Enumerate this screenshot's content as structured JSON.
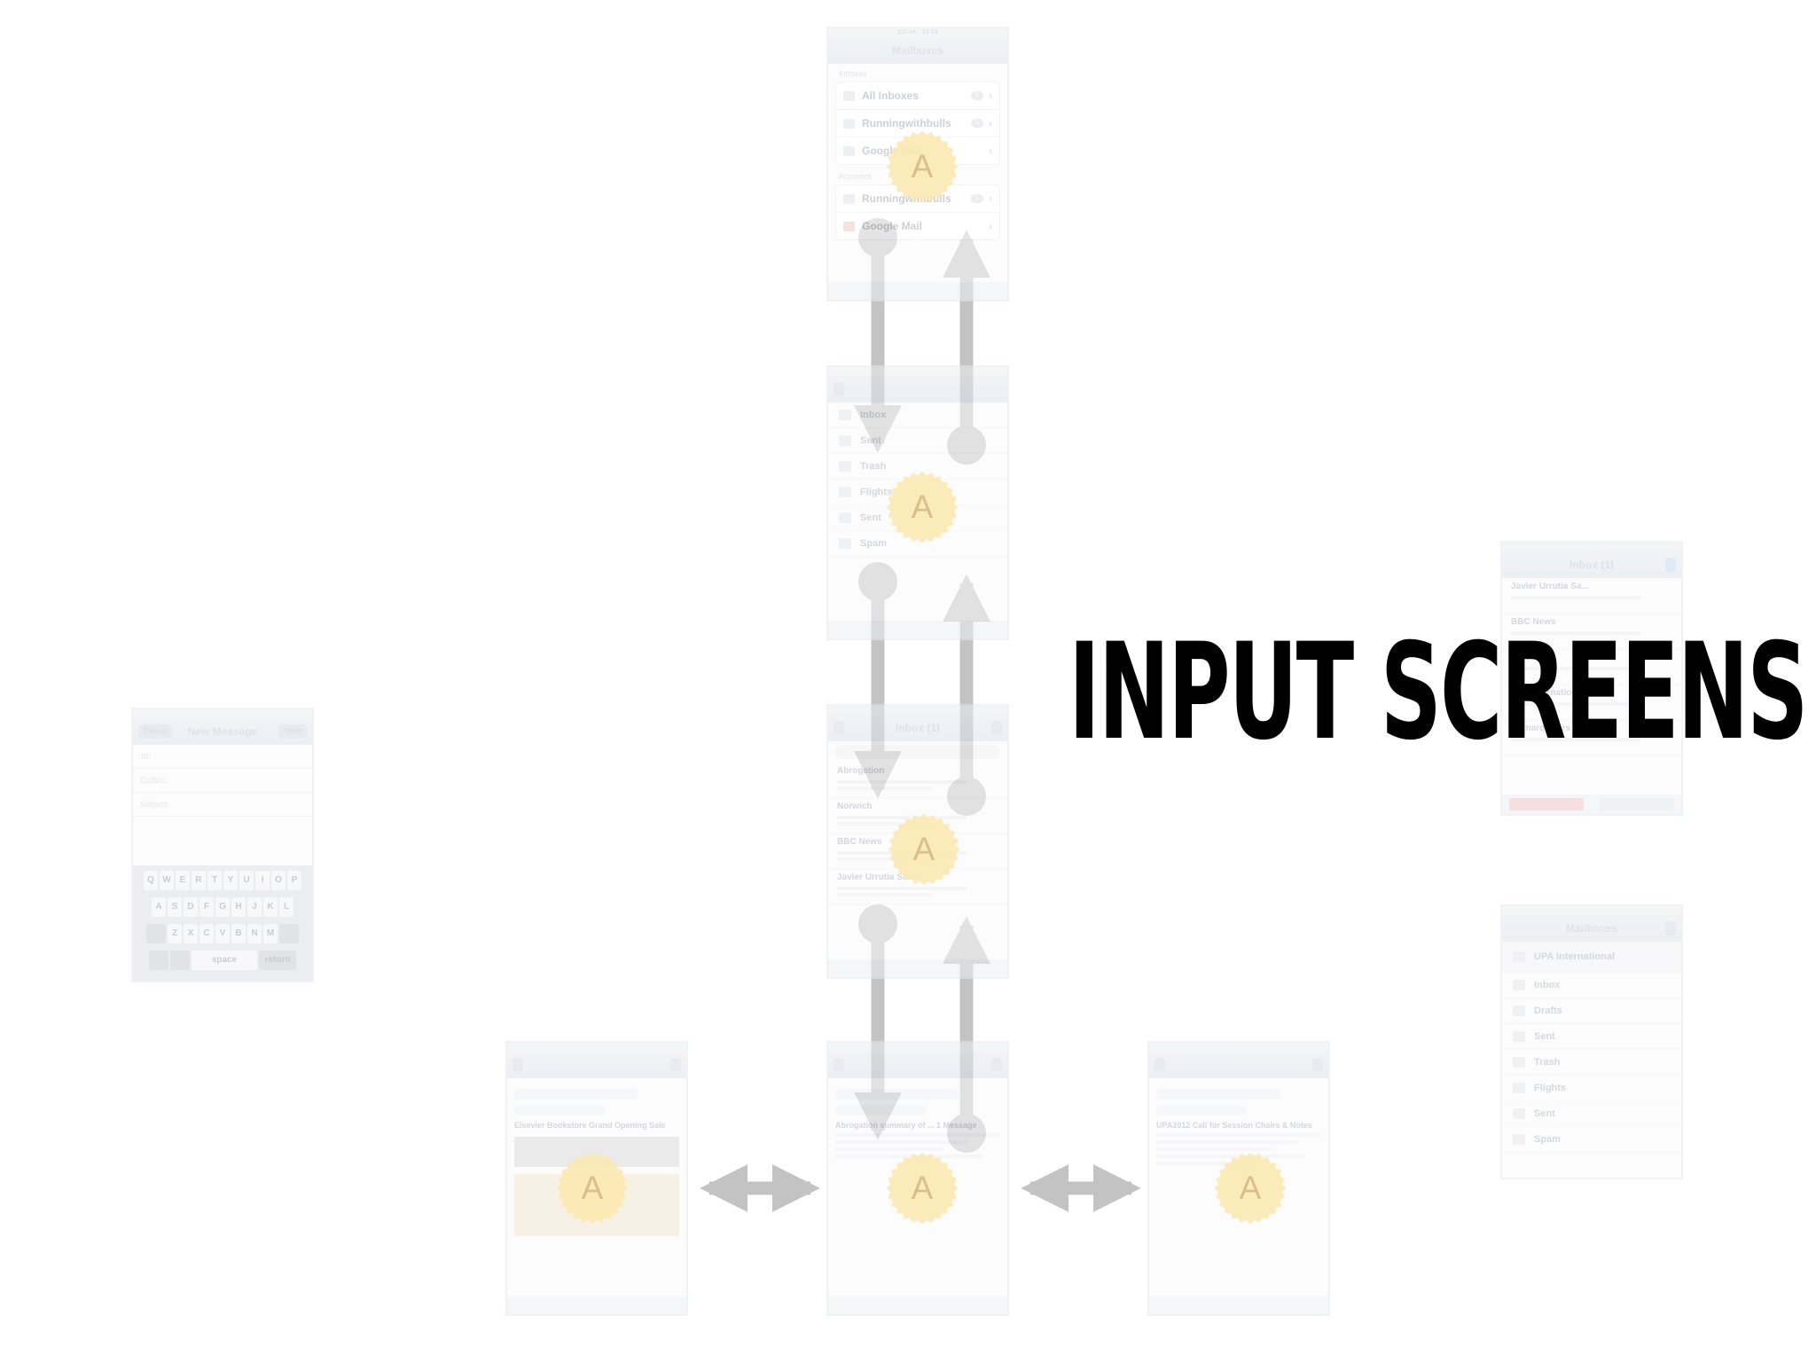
{
  "title": "INPUT SCREENS",
  "badge_letter": "A",
  "colors": {
    "arrow": "#c3c3c3",
    "badge_fill": "#fbe7ae",
    "badge_letter": "#d9c08b",
    "title": "#000000"
  },
  "screens": {
    "mailboxes": {
      "status_carrier": "O2-UK",
      "status_time": "18:53",
      "nav_title": "Mailboxes",
      "inboxes_header": "Inboxes",
      "inboxes": [
        {
          "label": "All Inboxes",
          "badge": "1"
        },
        {
          "label": "Runningwithbulls",
          "badge": "1"
        },
        {
          "label": "Google Mail",
          "badge": ""
        }
      ],
      "accounts_header": "Accounts",
      "accounts": [
        {
          "label": "Runningwithbulls",
          "badge": "1"
        },
        {
          "label": "Google Mail",
          "badge": ""
        }
      ]
    },
    "folders": {
      "items": [
        "Inbox",
        "Sent",
        "Trash",
        "Flights",
        "Sent",
        "Spam"
      ]
    },
    "inbox": {
      "nav_title": "Inbox (1)",
      "senders": [
        "Abrogation",
        "Norwich",
        "BBC News",
        "Javier Urrutia San..."
      ]
    },
    "message": {
      "mail_title": "Abrogation summary of ... 1 Message"
    },
    "prev_message": {
      "mail_title": "Elsevier Bookstore Grand Opening Sale"
    },
    "next_message": {
      "mail_title": "UPA2012 Call for Session Chairs & Notes"
    },
    "compose": {
      "nav_title": "New Message",
      "cancel": "Cancel",
      "send": "Send",
      "to_label": "To:",
      "cc_label": "Cc/Bcc:",
      "subject_label": "Subject:",
      "keys_row1": [
        "Q",
        "W",
        "E",
        "R",
        "T",
        "Y",
        "U",
        "I",
        "O",
        "P"
      ],
      "keys_row2": [
        "A",
        "S",
        "D",
        "F",
        "G",
        "H",
        "J",
        "K",
        "L"
      ],
      "keys_row3": [
        "Z",
        "X",
        "C",
        "V",
        "B",
        "N",
        "M"
      ],
      "space": "space",
      "return": "return"
    },
    "edit_list": {
      "nav_title": "Inbox (1)",
      "senders": [
        "Javier Urrutia Sa...",
        "BBC News",
        "Norwich",
        "UPA International",
        "Bernard Tyers"
      ]
    },
    "move_to": {
      "nav_title": "Mailboxes",
      "account": "UPA International",
      "items": [
        "Inbox",
        "Drafts",
        "Sent",
        "Trash",
        "Flights",
        "Sent",
        "Spam"
      ]
    }
  }
}
